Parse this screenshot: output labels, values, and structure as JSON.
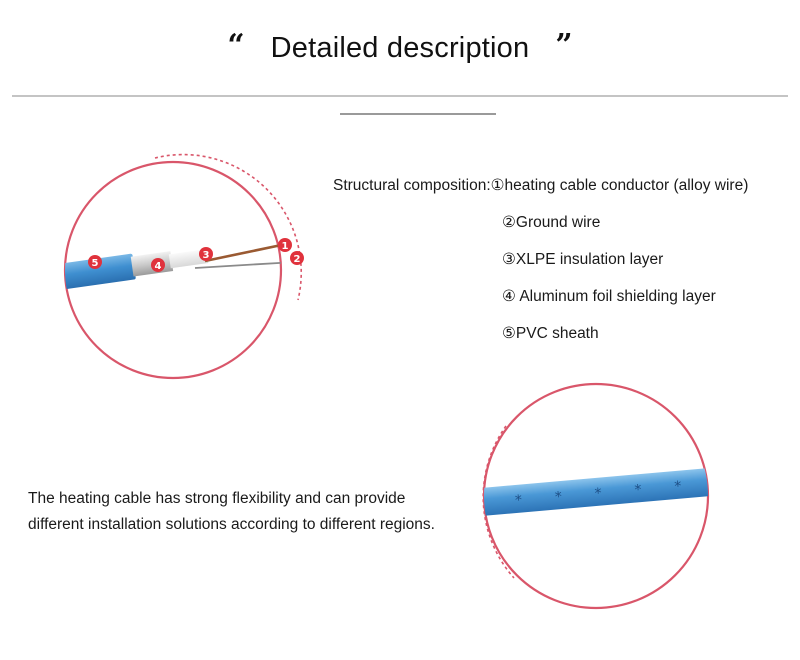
{
  "header": {
    "open_quote": "“",
    "title": "Detailed description",
    "close_quote": "”"
  },
  "structure": {
    "label": "Structural composition: ",
    "items": [
      "①heating cable conductor (alloy wire)",
      "②Ground wire",
      "③XLPE insulation layer",
      "④ Aluminum foil shielding layer",
      "⑤PVC sheath"
    ]
  },
  "diagram_markers": [
    "1",
    "2",
    "3",
    "4",
    "5"
  ],
  "flexibility": {
    "line1": "The heating cable has strong flexibility and can provide",
    "line2": "different installation solutions according to different regions."
  },
  "colors": {
    "circle_accent": "#d9566a",
    "cable_blue": "#3f8fd0",
    "marker_red": "#e0323c",
    "rule": "#c4c4c4"
  }
}
